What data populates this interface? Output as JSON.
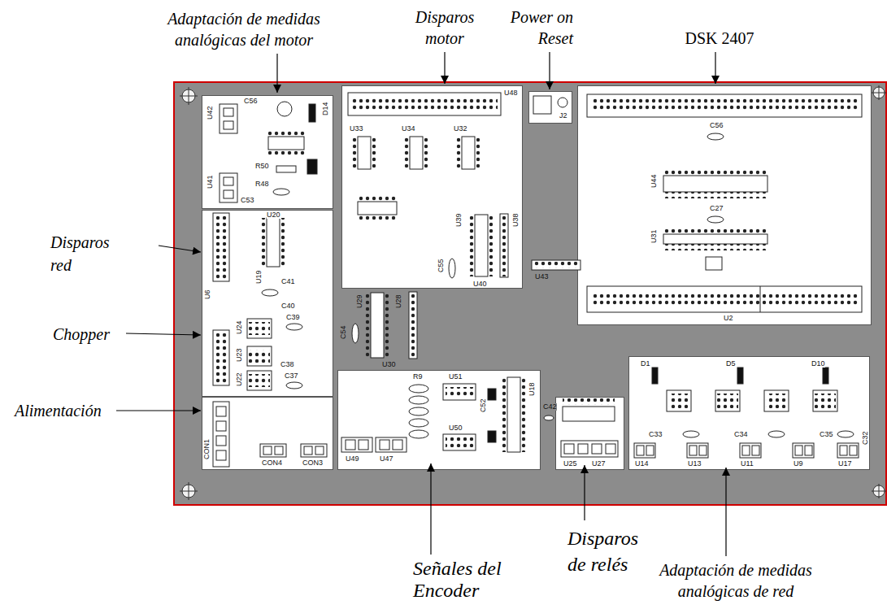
{
  "diagram": {
    "nodes": [
      {
        "text": [
          "U43",
          "C54",
          "U29",
          "U28",
          "U30",
          "C42"
        ]
      },
      {
        "text": [
          "U42",
          "C56",
          "U41",
          "C53",
          "R50",
          "R48",
          "D14"
        ],
        "in": 0
      },
      {
        "text": [
          "U48",
          "U33",
          "U34",
          "U32",
          "U39",
          "C55",
          "U40",
          "U38"
        ],
        "in": 0
      },
      {
        "text": [
          "J2"
        ],
        "in": 0
      },
      {
        "text": [
          "C56",
          "U44",
          "C27",
          "U31",
          "U2"
        ],
        "in": 0
      },
      {
        "text": [
          "U20",
          "U19",
          "C41",
          "U6",
          "U24",
          "C40",
          "C39",
          "U23",
          "C38",
          "C37",
          "U22"
        ],
        "in": 0
      },
      {
        "text": [
          "CON1",
          "CON4",
          "CON3"
        ],
        "in": 0
      },
      {
        "text": [
          "R9",
          "U51",
          "C52",
          "U50",
          "U18",
          "U49",
          "U47"
        ],
        "in": 0
      },
      {
        "text": [
          "U25",
          "U27"
        ],
        "in": 0
      },
      {
        "text": [
          "D1",
          "D5",
          "D10",
          "C33",
          "C34",
          "C35",
          "C32",
          "U14",
          "U13",
          "U11",
          "U9",
          "U17"
        ],
        "in": 0
      }
    ],
    "labels": [
      "Adaptación de medidas analógicas del motor",
      "Disparos motor",
      "Power on Reset",
      "DSK 2407",
      "Disparos red",
      "Chopper",
      "Alimentación",
      "Señales del Encoder",
      "Disparos de relés",
      "Adaptación de medidas analógicas de red"
    ]
  }
}
